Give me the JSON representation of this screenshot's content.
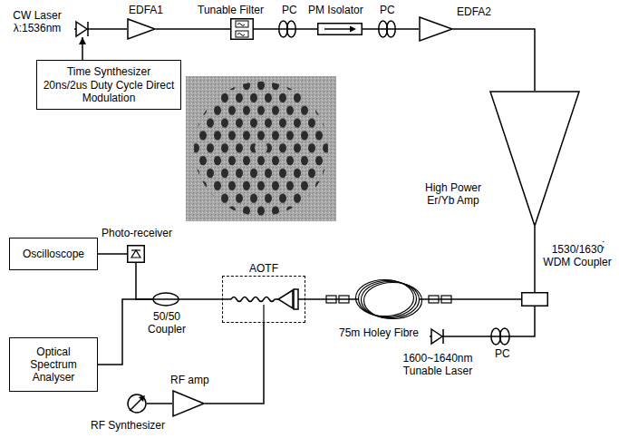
{
  "diagram": {
    "nodes": [
      {
        "text": [
          "CW Laser λ:1536nm"
        ]
      },
      {
        "text": [
          "Time Synthesizer",
          "20ns/2us Duty Cycle Direct Modulation"
        ]
      },
      {
        "text": [
          "EDFA1"
        ]
      },
      {
        "text": [
          "Tunable Filter"
        ]
      },
      {
        "text": [
          "PC"
        ]
      },
      {
        "text": [
          "PM Isolator"
        ]
      },
      {
        "text": [
          "PC"
        ]
      },
      {
        "text": [
          "EDFA2"
        ]
      },
      {
        "text": [
          "High Power Er/Yb Amp"
        ]
      },
      {
        "text": [
          "1530/1630 WDM Coupler"
        ]
      },
      {
        "text": [
          "1600~1640nm Tunable Laser"
        ]
      },
      {
        "text": [
          "PC"
        ]
      },
      {
        "text": [
          "75m Holey Fibre"
        ]
      },
      {
        "text": [
          "AOTF"
        ]
      },
      {
        "text": [
          "50/50 Coupler"
        ]
      },
      {
        "text": [
          "Photo-receiver"
        ]
      },
      {
        "text": [
          "Oscilloscope"
        ]
      },
      {
        "text": [
          "Optical Spectrum Analyser"
        ]
      },
      {
        "text": [
          "RF amp"
        ]
      },
      {
        "text": [
          "RF Synthesizer"
        ]
      }
    ],
    "edges": [
      {
        "from": 1,
        "to": 0,
        "arrow": "to"
      },
      {
        "from": 0,
        "to": 2,
        "arrow": "none"
      },
      {
        "from": 2,
        "to": 3,
        "arrow": "none"
      },
      {
        "from": 3,
        "to": 4,
        "arrow": "none"
      },
      {
        "from": 4,
        "to": 5,
        "arrow": "none"
      },
      {
        "from": 5,
        "to": 6,
        "arrow": "none"
      },
      {
        "from": 6,
        "to": 7,
        "arrow": "none"
      },
      {
        "from": 7,
        "to": 8,
        "arrow": "none"
      },
      {
        "from": 8,
        "to": 9,
        "arrow": "none"
      },
      {
        "from": 10,
        "to": 11,
        "arrow": "none"
      },
      {
        "from": 11,
        "to": 9,
        "arrow": "none"
      },
      {
        "from": 9,
        "to": 12,
        "arrow": "none"
      },
      {
        "from": 12,
        "to": 13,
        "arrow": "none"
      },
      {
        "from": 13,
        "to": 14,
        "arrow": "none"
      },
      {
        "from": 14,
        "to": 15,
        "arrow": "none"
      },
      {
        "from": 15,
        "to": 16,
        "arrow": "none"
      },
      {
        "from": 14,
        "to": 17,
        "arrow": "none"
      },
      {
        "from": 19,
        "to": 18,
        "arrow": "none"
      },
      {
        "from": 18,
        "to": 13,
        "arrow": "none"
      }
    ],
    "labels": [
      ";"
    ]
  }
}
